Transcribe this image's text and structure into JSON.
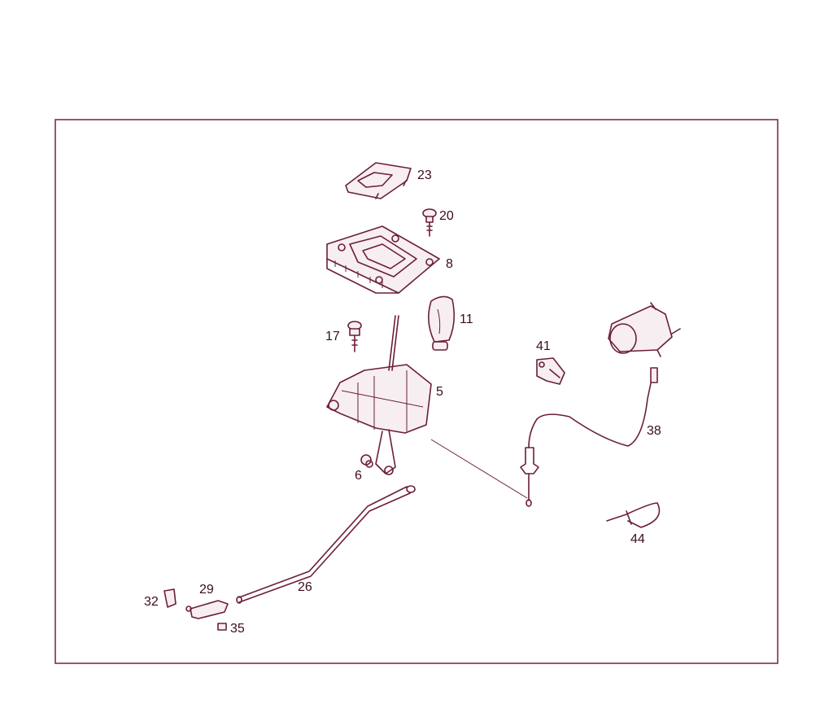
{
  "colors": {
    "line": "#6b1f35",
    "frame": "#7a1f3a",
    "text": "#3a0d1c",
    "background": "#ffffff"
  },
  "callouts": {
    "p23": "23",
    "p20": "20",
    "p8": "8",
    "p11": "11",
    "p17": "17",
    "p41": "41",
    "p5": "5",
    "p38": "38",
    "p6": "6",
    "p44": "44",
    "p26": "26",
    "p29": "29",
    "p32": "32",
    "p35": "35"
  }
}
